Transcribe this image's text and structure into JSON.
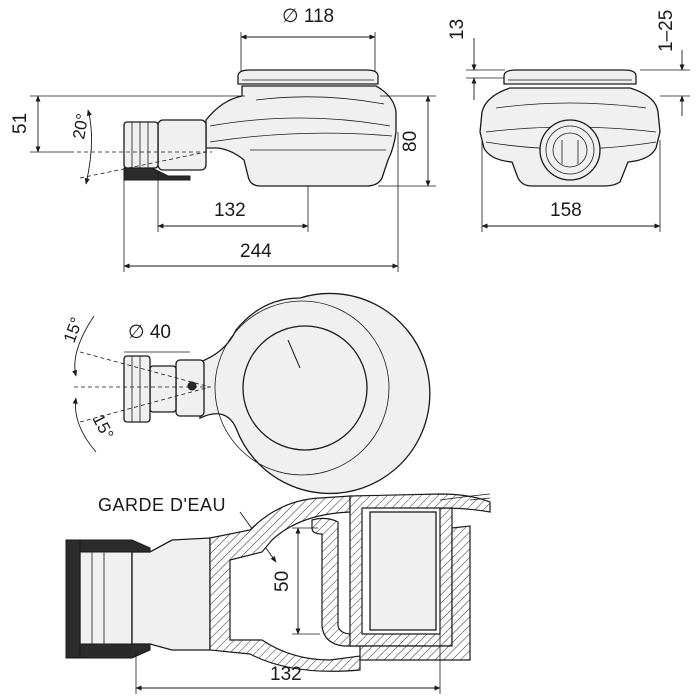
{
  "dimensions": {
    "grate_diameter": "∅ 118",
    "height_51": "51",
    "angle_20": "20°",
    "height_80": "80",
    "length_132_side": "132",
    "length_244": "244",
    "height_13": "13",
    "adjust_range": "1–25",
    "width_158": "158",
    "outlet_diameter": "∅ 40",
    "angle_15_top": "15°",
    "angle_15_bottom": "15°",
    "water_seal_height": "50",
    "length_132_section": "132"
  },
  "labels": {
    "water_seal": "GARDE D'EAU"
  }
}
